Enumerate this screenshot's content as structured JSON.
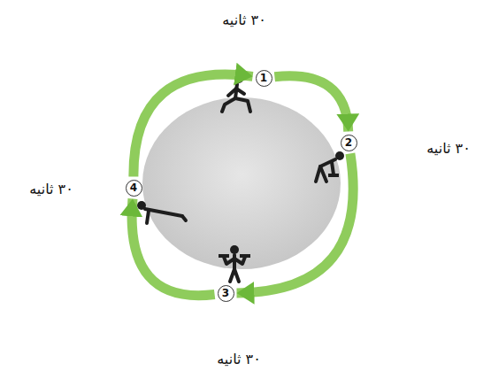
{
  "diagram": {
    "nodes": [
      {
        "text": [
          "1"
        ]
      },
      {
        "text": [
          "2"
        ]
      },
      {
        "text": [
          "3"
        ]
      },
      {
        "text": [
          "4"
        ]
      }
    ],
    "edges": [
      {
        "from": 0,
        "to": 1,
        "arrow": "to"
      },
      {
        "from": 1,
        "to": 2,
        "arrow": "to"
      },
      {
        "from": 2,
        "to": 3,
        "arrow": "to"
      },
      {
        "from": 3,
        "to": 0,
        "arrow": "to"
      }
    ],
    "labels": [
      "۳۰ ثانیه",
      "۳۰ ثانیه",
      "۳۰ ثانیه",
      "۳۰ ثانیه"
    ]
  }
}
